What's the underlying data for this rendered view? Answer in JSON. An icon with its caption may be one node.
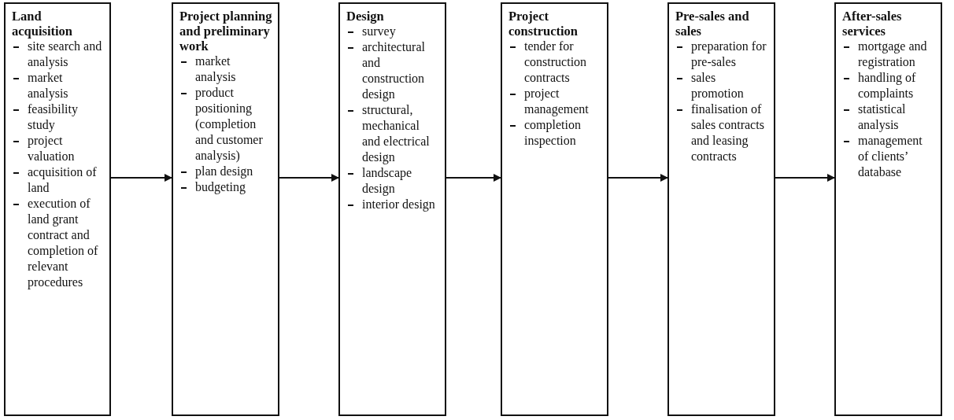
{
  "diagram": {
    "nodes": [
      {
        "text": [
          "Land acquisition",
          "site search and analysis",
          "market analysis",
          "feasibility study",
          "project valuation",
          "acquisition of land",
          "execution of land grant contract and completion of relevant procedures"
        ]
      },
      {
        "text": [
          "Project planning and preliminary work",
          "market analysis",
          "product positioning (completion and customer analysis)",
          "plan design",
          "budgeting"
        ]
      },
      {
        "text": [
          "Design",
          "survey",
          "architectural and construction design",
          "structural, mechanical and electrical design",
          "landscape design",
          "interior design"
        ]
      },
      {
        "text": [
          "Project construction",
          "tender for construction contracts",
          "project management",
          "completion inspection"
        ]
      },
      {
        "text": [
          "Pre-sales and sales",
          "preparation for pre-sales",
          "sales promotion",
          "finalisation of sales contracts and leasing contracts"
        ]
      },
      {
        "text": [
          "After-sales services",
          "mortgage and registration",
          "handling of complaints",
          "statistical analysis",
          "management of clients’ database"
        ]
      }
    ],
    "edges": [
      {
        "from": 0,
        "to": 1,
        "arrow": "to"
      },
      {
        "from": 1,
        "to": 2,
        "arrow": "to"
      },
      {
        "from": 2,
        "to": 3,
        "arrow": "to"
      },
      {
        "from": 3,
        "to": 4,
        "arrow": "to"
      },
      {
        "from": 4,
        "to": 5,
        "arrow": "to"
      }
    ]
  }
}
